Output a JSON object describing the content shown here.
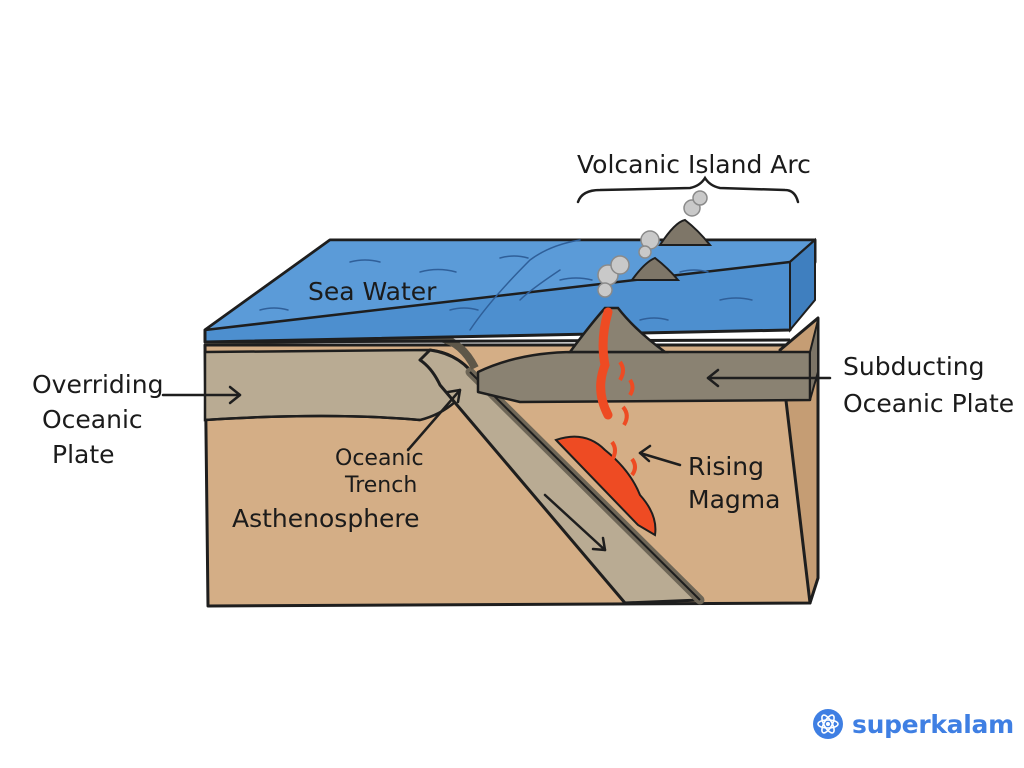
{
  "labels": {
    "volcanic_island_arc": "Volcanic Island Arc",
    "sea_water": "Sea Water",
    "overriding": [
      "Overriding",
      "Oceanic",
      "Plate"
    ],
    "subducting": [
      "Subducting",
      "Oceanic Plate"
    ],
    "oceanic_trench": [
      "Oceanic",
      "Trench"
    ],
    "asthenosphere": "Asthenosphere",
    "rising_magma": [
      "Rising",
      "Magma"
    ]
  },
  "brand": {
    "name": "superkalam",
    "color": "#3f7fe3"
  },
  "colors": {
    "sea": "#4d8fcf",
    "sea_top": "#5b9bd8",
    "crust": "#b9ab93",
    "mantle": "#d4ae86",
    "dark_layer": "#8a8272",
    "magma": "#ee4b23",
    "outline": "#1e1e1e"
  }
}
